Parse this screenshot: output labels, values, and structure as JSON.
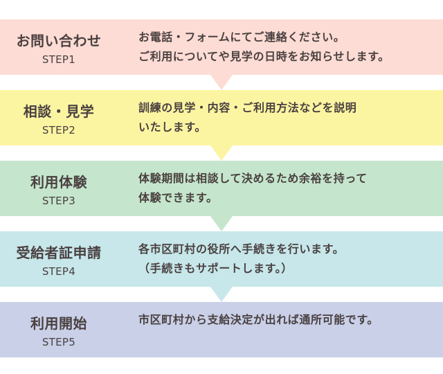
{
  "steps": [
    {
      "title": "お問い合わせ",
      "label": "STEP1",
      "desc": [
        "お電話・フォームにてご連絡ください。",
        "ご利用についてや見学の日時をお知らせします。"
      ],
      "color": "#fcdcd4"
    },
    {
      "title": "相談・見学",
      "label": "STEP2",
      "desc": [
        "訓練の見学・内容・ご利用方法などを説明",
        "いたします。"
      ],
      "color": "#fbf5a2"
    },
    {
      "title": "利用体験",
      "label": "STEP3",
      "desc": [
        "体験期間は相談して決めるため余裕を持って",
        "体験できます。"
      ],
      "color": "#c5e6cd"
    },
    {
      "title": "受給者証申請",
      "label": "STEP4",
      "desc": [
        "各市区町村の役所へ手続きを行います。",
        "（手続きもサポートします。）"
      ],
      "color": "#c7e7ea"
    },
    {
      "title": "利用開始",
      "label": "STEP5",
      "desc": [
        "市区町村から支給決定が出れば通所可能です。"
      ],
      "color": "#c9d0e8"
    }
  ]
}
